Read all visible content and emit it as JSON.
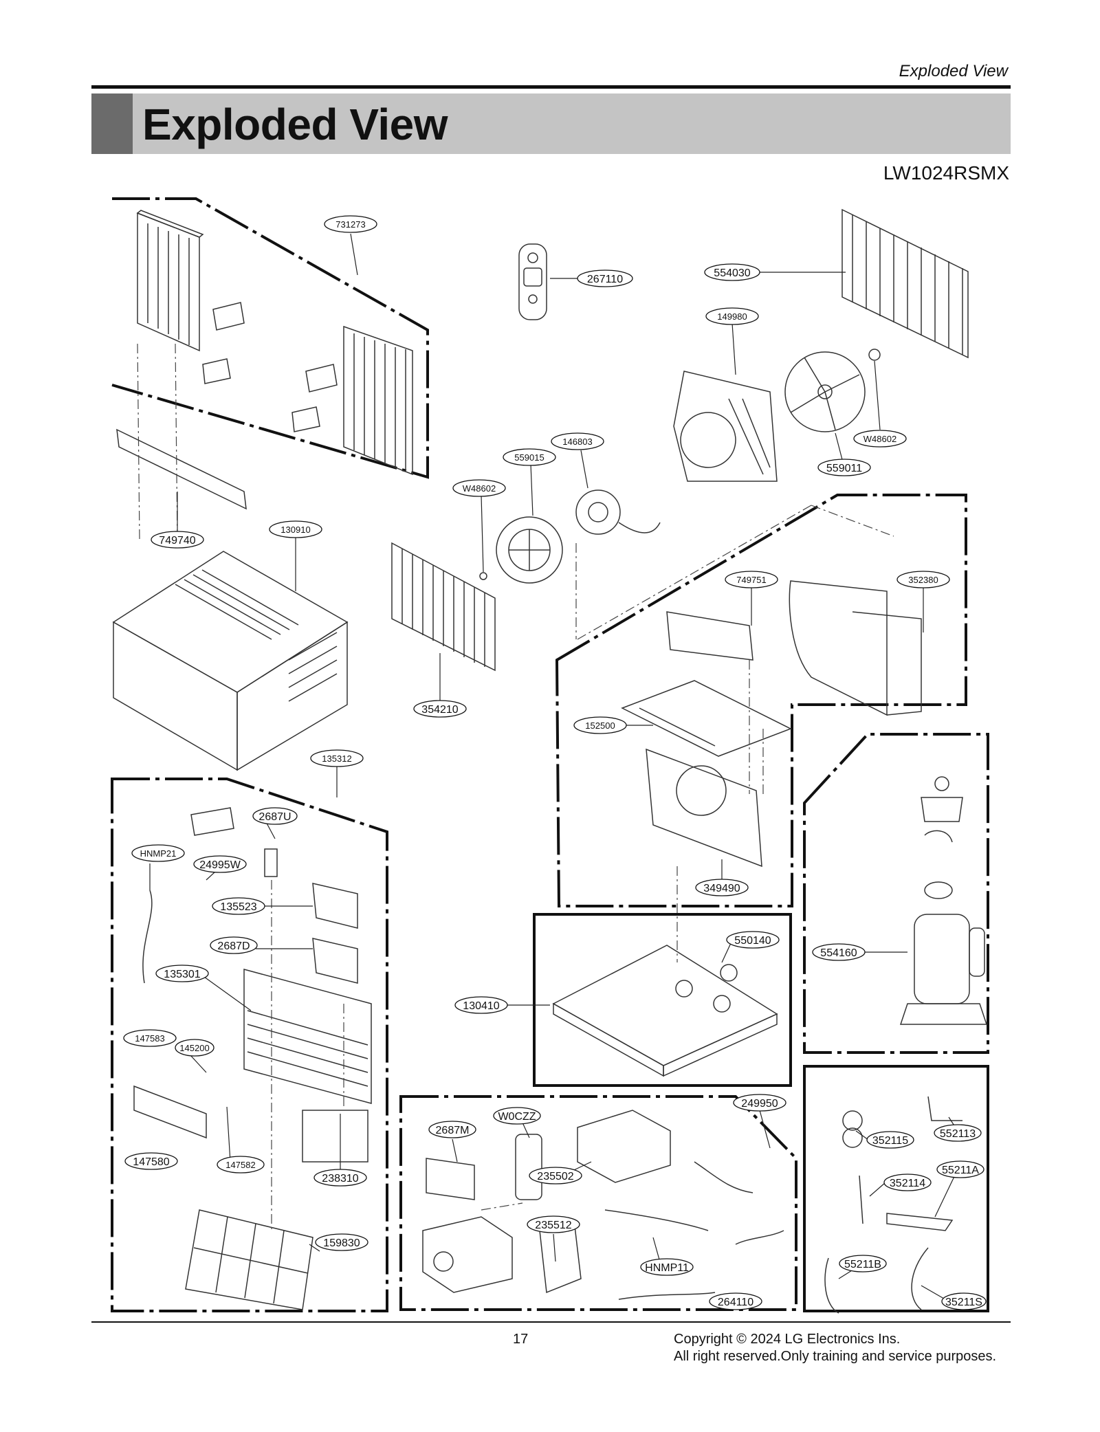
{
  "header": {
    "section": "Exploded View",
    "title": "Exploded View",
    "model": "LW1024RSMX"
  },
  "footer": {
    "page": "17",
    "copyright": "Copyright © 2024 LG Electronics Ins.",
    "rights": "All right reserved.Only training and service purposes."
  },
  "parts": [
    "731273",
    "267110",
    "554030",
    "149980",
    "559011",
    "W48602",
    "146803",
    "559015",
    "W48602",
    "749740",
    "130910",
    "354210",
    "749751",
    "352380",
    "152500",
    "135312",
    "2687U",
    "HNMP21",
    "24995W",
    "135523",
    "2687D",
    "135301",
    "147583",
    "145200",
    "147580",
    "147582",
    "238310",
    "159830",
    "349490",
    "550140",
    "130410",
    "554160",
    "249950",
    "W0CZZ",
    "2687M",
    "235502",
    "235512",
    "HNMP11",
    "264110",
    "352115",
    "552113",
    "352114",
    "55211A",
    "55211B",
    "35211S"
  ]
}
